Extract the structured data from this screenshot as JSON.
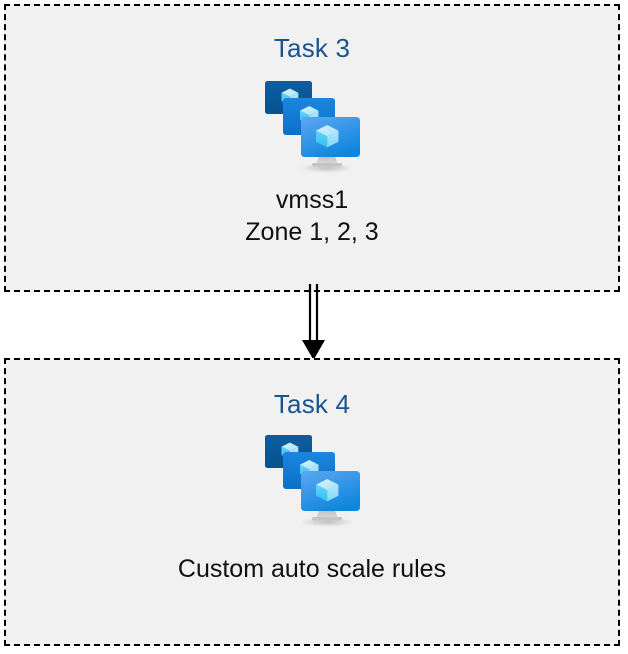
{
  "diagram": {
    "type": "flow",
    "orientation": "vertical",
    "background_color": "#ffffff",
    "box_fill_color": "#f1f1f1",
    "box_border_color": "#000000",
    "box_border_style": "dashed",
    "title_color": "#1a5490",
    "caption_color": "#101010"
  },
  "nodes": [
    {
      "id": "task-3",
      "title": "Task 3",
      "icon": "virtual-machine-scale-set-icon",
      "captions": [
        "vmss1",
        "Zone 1, 2, 3"
      ]
    },
    {
      "id": "task-4",
      "title": "Task 4",
      "icon": "virtual-machine-scale-set-icon",
      "captions": [
        "Custom auto scale rules"
      ]
    }
  ],
  "connector": {
    "name": "double-line-arrow",
    "from": "task-3",
    "to": "task-4",
    "direction": "down",
    "color": "#000000"
  }
}
